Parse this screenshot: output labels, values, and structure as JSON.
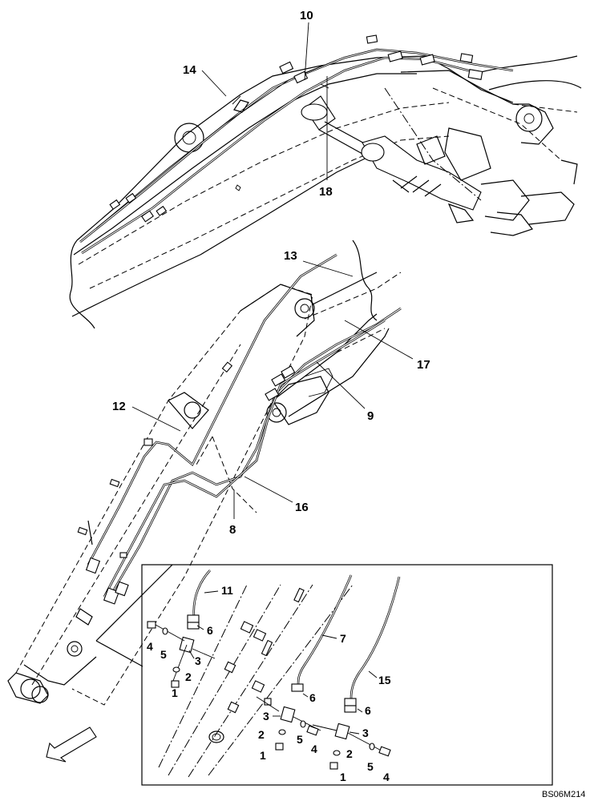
{
  "diagram": {
    "drawing_code": "BS06M214",
    "callouts_upper": {
      "c10": "10",
      "c14": "14",
      "c18": "18"
    },
    "callouts_middle": {
      "c13": "13",
      "c17": "17",
      "c12": "12",
      "c9": "9",
      "c16": "16",
      "c8": "8"
    },
    "callouts_detail": {
      "c11": "11",
      "c7": "7",
      "c15": "15",
      "a6": "6",
      "a4": "4",
      "a5": "5",
      "a3": "3",
      "a2": "2",
      "a1": "1",
      "b6": "6",
      "b3": "3",
      "b2": "2",
      "b1": "1",
      "b5": "5",
      "b4": "4",
      "d6": "6",
      "d3": "3",
      "d2": "2",
      "d1": "1",
      "d5": "5",
      "d4": "4"
    }
  }
}
